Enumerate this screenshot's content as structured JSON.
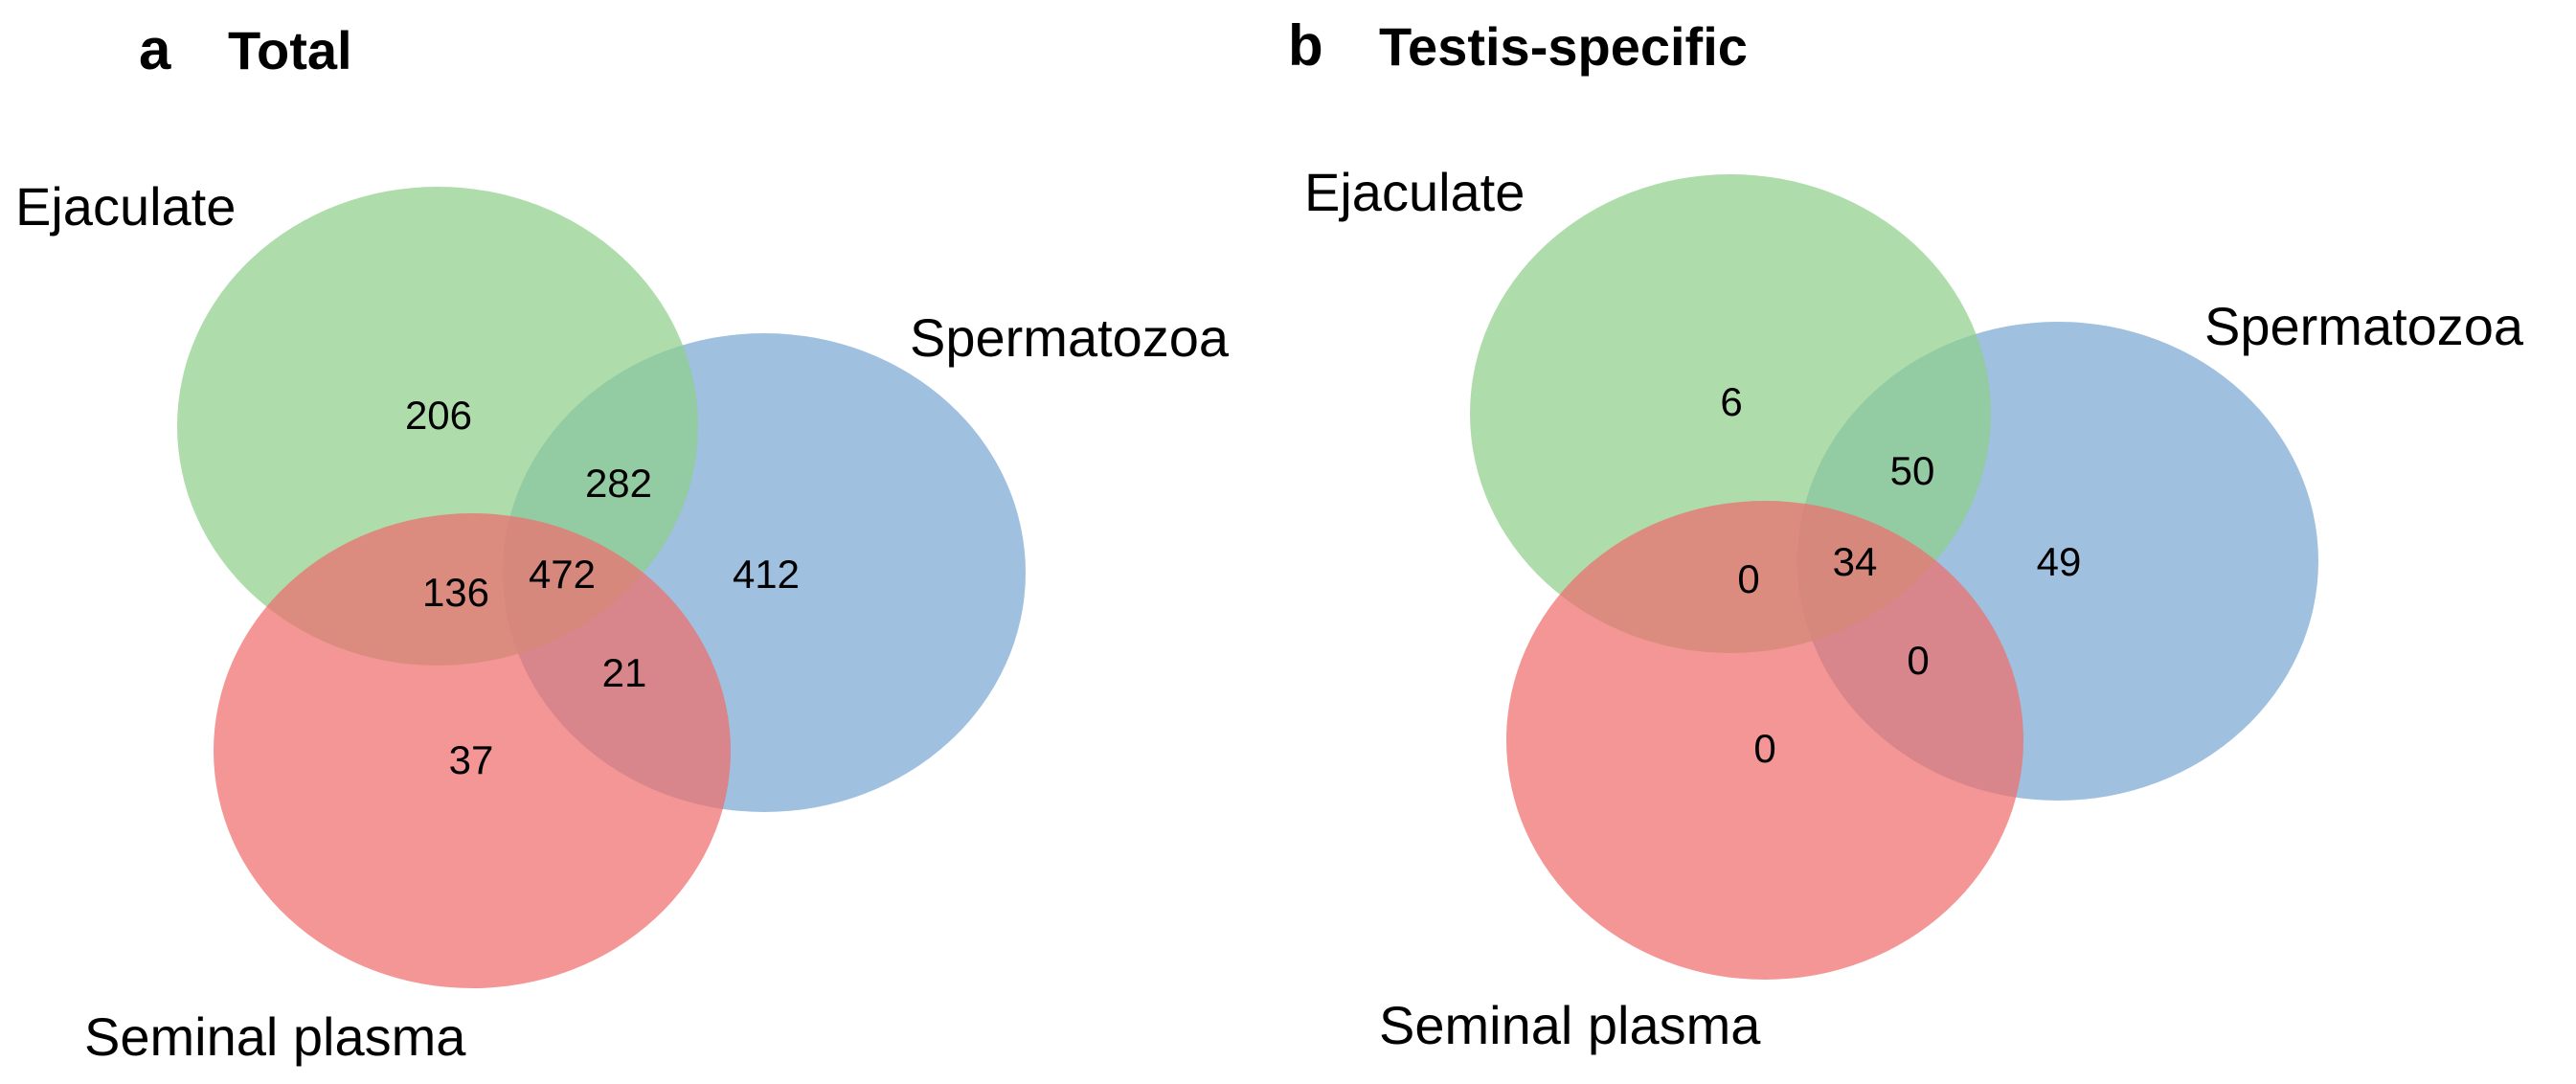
{
  "colors": {
    "ejaculate": "#8fcf8a",
    "spermatozoa": "#7aa7d2",
    "seminal_plasma": "#ef6e6c",
    "text": "#000000"
  },
  "panels": [
    {
      "letter": "a",
      "title": "Total",
      "sets": {
        "ejaculate": "Ejaculate",
        "spermatozoa": "Spermatozoa",
        "seminal_plasma": "Seminal plasma"
      },
      "counts": {
        "ejaculate_only": "206",
        "ejaculate_spermatozoa": "282",
        "ejaculate_seminal_plasma": "136",
        "all_three": "472",
        "spermatozoa_only": "412",
        "spermatozoa_seminal_plasma": "21",
        "seminal_plasma_only": "37"
      }
    },
    {
      "letter": "b",
      "title": "Testis-specific",
      "sets": {
        "ejaculate": "Ejaculate",
        "spermatozoa": "Spermatozoa",
        "seminal_plasma": "Seminal plasma"
      },
      "counts": {
        "ejaculate_only": "6",
        "ejaculate_spermatozoa": "50",
        "ejaculate_seminal_plasma": "0",
        "all_three": "34",
        "spermatozoa_only": "49",
        "spermatozoa_seminal_plasma": "0",
        "seminal_plasma_only": "0"
      }
    }
  ]
}
